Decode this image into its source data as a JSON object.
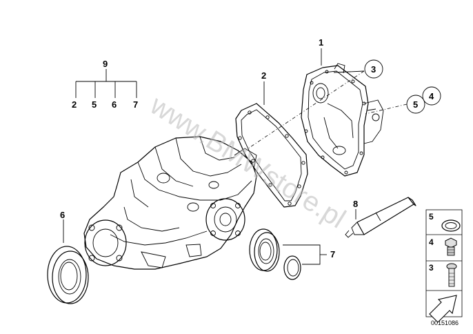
{
  "watermark": "www.BMWstore.pl",
  "callouts": {
    "c1": "1",
    "c2": "2",
    "c3": "3",
    "c4": "4",
    "c5": "5",
    "c6": "6",
    "c7": "7",
    "c8": "8",
    "c9": "9"
  },
  "group9": {
    "label": "9",
    "members": [
      "2",
      "5",
      "6",
      "7"
    ]
  },
  "legend": {
    "items": [
      {
        "label": "5",
        "icon": "gasket-ring-icon"
      },
      {
        "label": "4",
        "icon": "screw-plug-icon"
      },
      {
        "label": "3",
        "icon": "bolt-icon"
      }
    ],
    "arrow_icon": "arrow-icon"
  },
  "catalog_number": "00151086"
}
